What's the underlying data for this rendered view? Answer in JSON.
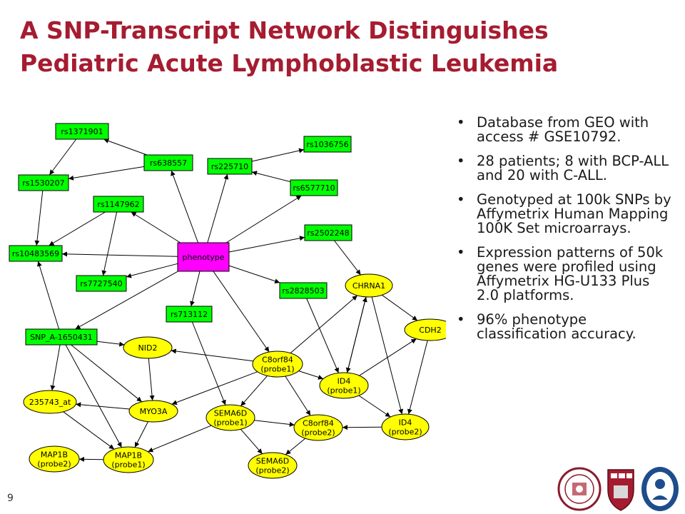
{
  "slide": {
    "title_line1": "A SNP-Transcript Network Distinguishes",
    "title_line2": "Pediatric Acute Lymphoblastic Leukemia",
    "page_number": "9"
  },
  "bullets": [
    "Database from GEO with access # GSE10792.",
    "28 patients; 8 with BCP-ALL and 20 with C-ALL.",
    "Genotyped at 100k SNPs by Affymetrix Human Mapping 100K Set microarrays.",
    "Expression patterns of 50k genes were profiled using Affymetrix HG-U133 Plus 2.0 platforms.",
    "96% phenotype classification accuracy."
  ],
  "colors": {
    "title": "#a51c30",
    "snp_node": "#00ff00",
    "phenotype_node": "#ff00ff",
    "transcript_node": "#ffff00"
  },
  "network": {
    "nodes": [
      {
        "id": "rs1371901",
        "type": "snp",
        "lines": [
          "rs1371901"
        ]
      },
      {
        "id": "rs638557",
        "type": "snp",
        "lines": [
          "rs638557"
        ]
      },
      {
        "id": "rs1530207",
        "type": "snp",
        "lines": [
          "rs1530207"
        ]
      },
      {
        "id": "rs225710",
        "type": "snp",
        "lines": [
          "rs225710"
        ]
      },
      {
        "id": "rs1036756",
        "type": "snp",
        "lines": [
          "rs1036756"
        ]
      },
      {
        "id": "rs6577710",
        "type": "snp",
        "lines": [
          "rs6577710"
        ]
      },
      {
        "id": "rs1147962",
        "type": "snp",
        "lines": [
          "rs1147962"
        ]
      },
      {
        "id": "rs2502248",
        "type": "snp",
        "lines": [
          "rs2502248"
        ]
      },
      {
        "id": "rs10483569",
        "type": "snp",
        "lines": [
          "rs10483569"
        ]
      },
      {
        "id": "phenotype",
        "type": "phenotype",
        "lines": [
          "phenotype"
        ]
      },
      {
        "id": "rs7727540",
        "type": "snp",
        "lines": [
          "rs7727540"
        ]
      },
      {
        "id": "rs2828503",
        "type": "snp",
        "lines": [
          "rs2828503"
        ]
      },
      {
        "id": "rs713112",
        "type": "snp",
        "lines": [
          "rs713112"
        ]
      },
      {
        "id": "SNP_A-1650431",
        "type": "snp",
        "lines": [
          "SNP_A-1650431"
        ]
      },
      {
        "id": "CHRNA1",
        "type": "transcript",
        "lines": [
          "CHRNA1"
        ]
      },
      {
        "id": "CDH2",
        "type": "transcript",
        "lines": [
          "CDH2"
        ]
      },
      {
        "id": "NID2",
        "type": "transcript",
        "lines": [
          "NID2"
        ]
      },
      {
        "id": "C8orf84_p1",
        "type": "transcript",
        "lines": [
          "C8orf84",
          "(probe1)"
        ]
      },
      {
        "id": "ID4_p1",
        "type": "transcript",
        "lines": [
          "ID4",
          "(probe1)"
        ]
      },
      {
        "id": "235743_at",
        "type": "transcript",
        "lines": [
          "235743_at"
        ]
      },
      {
        "id": "MYO3A",
        "type": "transcript",
        "lines": [
          "MYO3A"
        ]
      },
      {
        "id": "SEMA6D_p1",
        "type": "transcript",
        "lines": [
          "SEMA6D",
          "(probe1)"
        ]
      },
      {
        "id": "C8orf84_p2",
        "type": "transcript",
        "lines": [
          "C8orf84",
          "(probe2)"
        ]
      },
      {
        "id": "ID4_p2",
        "type": "transcript",
        "lines": [
          "ID4",
          "(probe2)"
        ]
      },
      {
        "id": "MAP1B_p2",
        "type": "transcript",
        "lines": [
          "MAP1B",
          "(probe2)"
        ]
      },
      {
        "id": "MAP1B_p1",
        "type": "transcript",
        "lines": [
          "MAP1B",
          "(probe1)"
        ]
      },
      {
        "id": "SEMA6D_p2",
        "type": "transcript",
        "lines": [
          "SEMA6D",
          "(probe2)"
        ]
      }
    ],
    "edges": [
      [
        "phenotype",
        "rs638557"
      ],
      [
        "phenotype",
        "rs225710"
      ],
      [
        "phenotype",
        "rs6577710"
      ],
      [
        "phenotype",
        "rs1147962"
      ],
      [
        "phenotype",
        "rs2502248"
      ],
      [
        "phenotype",
        "rs10483569"
      ],
      [
        "phenotype",
        "rs7727540"
      ],
      [
        "phenotype",
        "rs2828503"
      ],
      [
        "phenotype",
        "rs713112"
      ],
      [
        "phenotype",
        "SNP_A-1650431"
      ],
      [
        "phenotype",
        "C8orf84_p1"
      ],
      [
        "rs638557",
        "rs1371901"
      ],
      [
        "rs638557",
        "rs1530207"
      ],
      [
        "rs1371901",
        "rs1530207"
      ],
      [
        "rs6577710",
        "rs225710"
      ],
      [
        "rs225710",
        "rs1036756"
      ],
      [
        "rs1147962",
        "rs10483569"
      ],
      [
        "rs1147962",
        "rs7727540"
      ],
      [
        "rs1530207",
        "rs10483569"
      ],
      [
        "SNP_A-1650431",
        "rs10483569"
      ],
      [
        "rs2502248",
        "CHRNA1"
      ],
      [
        "rs2828503",
        "ID4_p1"
      ],
      [
        "rs713112",
        "SEMA6D_p1"
      ],
      [
        "SNP_A-1650431",
        "NID2"
      ],
      [
        "SNP_A-1650431",
        "235743_at"
      ],
      [
        "SNP_A-1650431",
        "MYO3A"
      ],
      [
        "SNP_A-1650431",
        "MAP1B_p1"
      ],
      [
        "C8orf84_p1",
        "NID2"
      ],
      [
        "C8orf84_p1",
        "CHRNA1"
      ],
      [
        "C8orf84_p1",
        "ID4_p1"
      ],
      [
        "C8orf84_p1",
        "MYO3A"
      ],
      [
        "C8orf84_p1",
        "SEMA6D_p1"
      ],
      [
        "C8orf84_p1",
        "C8orf84_p2"
      ],
      [
        "ID4_p1",
        "CHRNA1"
      ],
      [
        "ID4_p1",
        "CDH2"
      ],
      [
        "ID4_p1",
        "ID4_p2"
      ],
      [
        "CHRNA1",
        "CDH2"
      ],
      [
        "CHRNA1",
        "ID4_p2"
      ],
      [
        "CHRNA1",
        "ID4_p1"
      ],
      [
        "CDH2",
        "ID4_p2"
      ],
      [
        "ID4_p2",
        "C8orf84_p2"
      ],
      [
        "NID2",
        "MYO3A"
      ],
      [
        "MYO3A",
        "235743_at"
      ],
      [
        "MYO3A",
        "MAP1B_p1"
      ],
      [
        "235743_at",
        "MAP1B_p1"
      ],
      [
        "MAP1B_p1",
        "MAP1B_p2"
      ],
      [
        "SEMA6D_p1",
        "MAP1B_p1"
      ],
      [
        "SEMA6D_p1",
        "SEMA6D_p2"
      ],
      [
        "SEMA6D_p1",
        "C8orf84_p2"
      ],
      [
        "C8orf84_p2",
        "SEMA6D_p2"
      ]
    ]
  }
}
